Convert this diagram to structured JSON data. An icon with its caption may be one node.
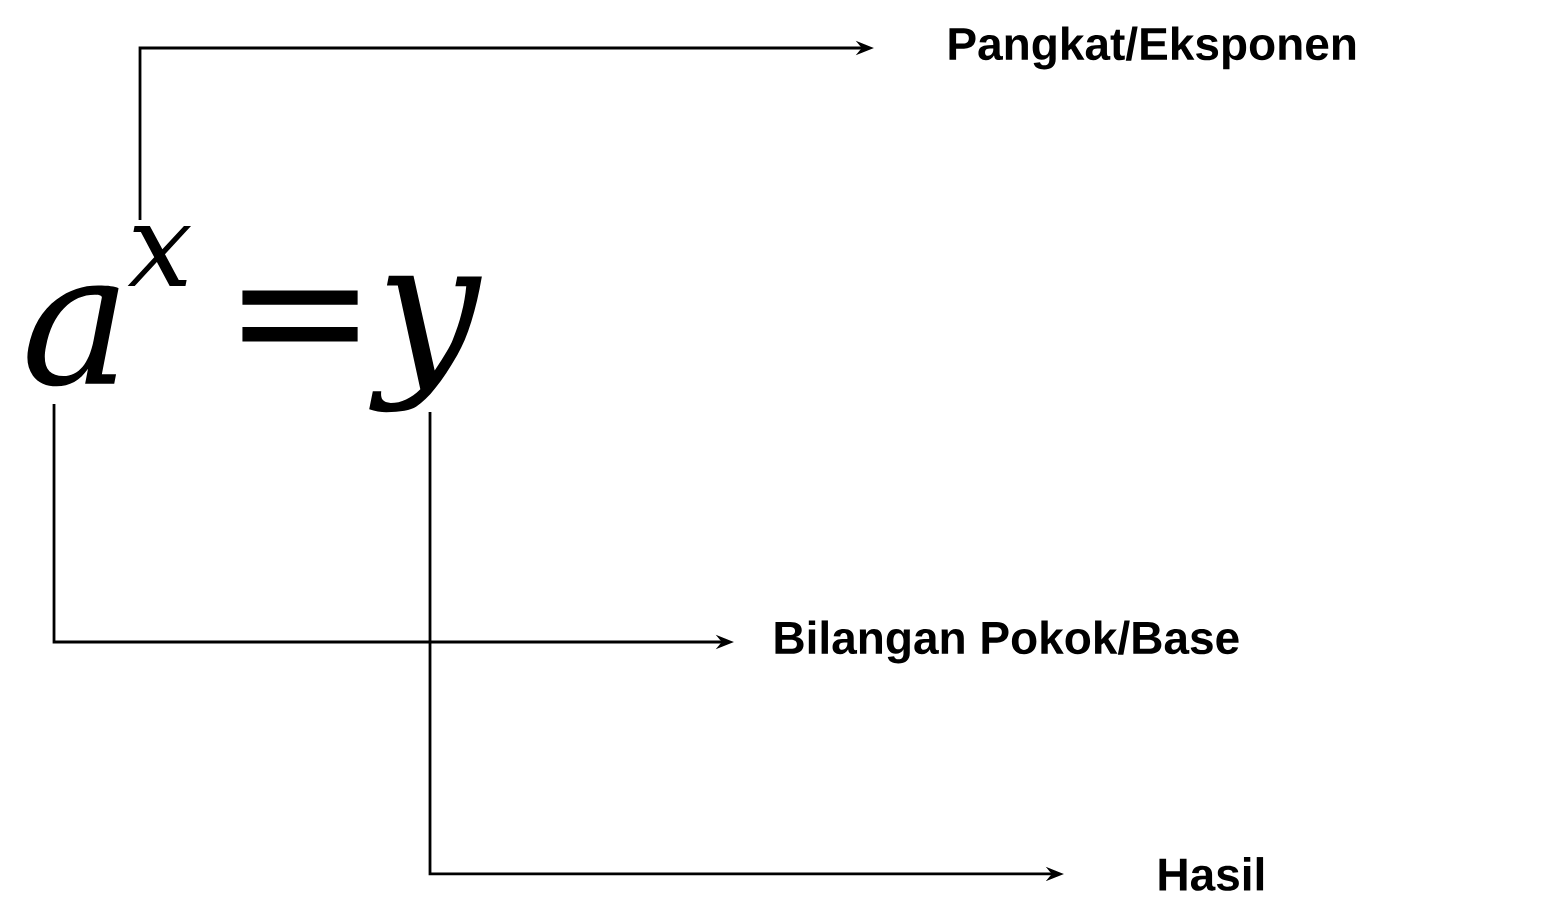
{
  "diagram": {
    "nodes": [
      {
        "text": [
          "Pangkat/Eksponen"
        ]
      },
      {
        "text": [
          "x"
        ]
      },
      {
        "text": [
          "a"
        ]
      },
      {
        "text": [
          "y"
        ]
      },
      {
        "text": [
          "Bilangan Pokok/Base"
        ]
      },
      {
        "text": [
          "Hasil"
        ]
      }
    ],
    "edges": [
      {
        "from": 1,
        "to": 0,
        "arrow": "to"
      },
      {
        "from": 2,
        "to": 4,
        "arrow": "to"
      },
      {
        "from": 3,
        "to": 5,
        "arrow": "to"
      }
    ],
    "labels": [
      "="
    ]
  }
}
